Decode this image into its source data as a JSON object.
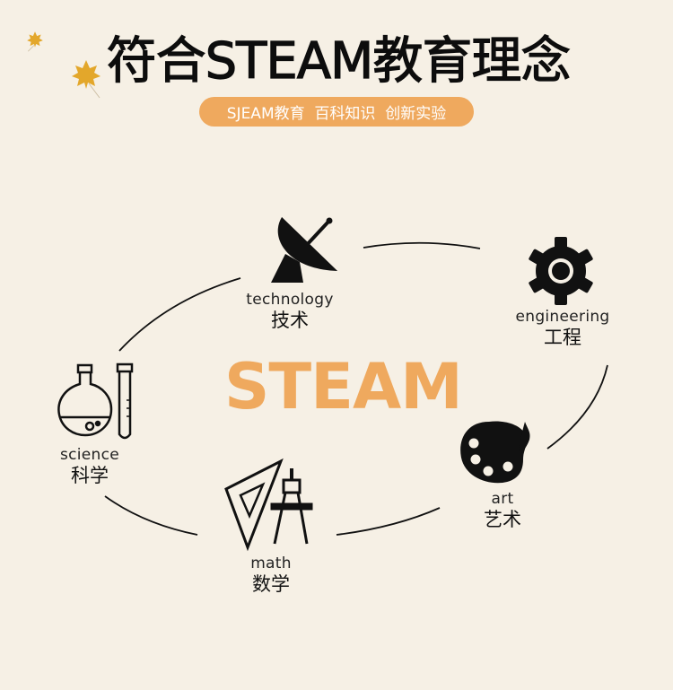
{
  "header": {
    "title": "符合STEAM教育理念",
    "tagline": "SJEAM教育  百科知识  创新实验"
  },
  "center": {
    "label": "STEAM"
  },
  "colors": {
    "background": "#F6F0E5",
    "accent": "#EFA95E",
    "ink": "#111111"
  },
  "nodes": [
    {
      "id": "technology",
      "en": "technology",
      "zh": "技术",
      "icon": "satellite-dish-icon"
    },
    {
      "id": "engineering",
      "en": "engineering",
      "zh": "工程",
      "icon": "gear-icon"
    },
    {
      "id": "art",
      "en": "art",
      "zh": "艺术",
      "icon": "paint-palette-icon"
    },
    {
      "id": "math",
      "en": "math",
      "zh": "数学",
      "icon": "set-square-compass-icon"
    },
    {
      "id": "science",
      "en": "science",
      "zh": "科学",
      "icon": "flask-test-tube-icon"
    }
  ],
  "decorations": [
    "maple-leaf-icon",
    "maple-leaf-icon"
  ]
}
